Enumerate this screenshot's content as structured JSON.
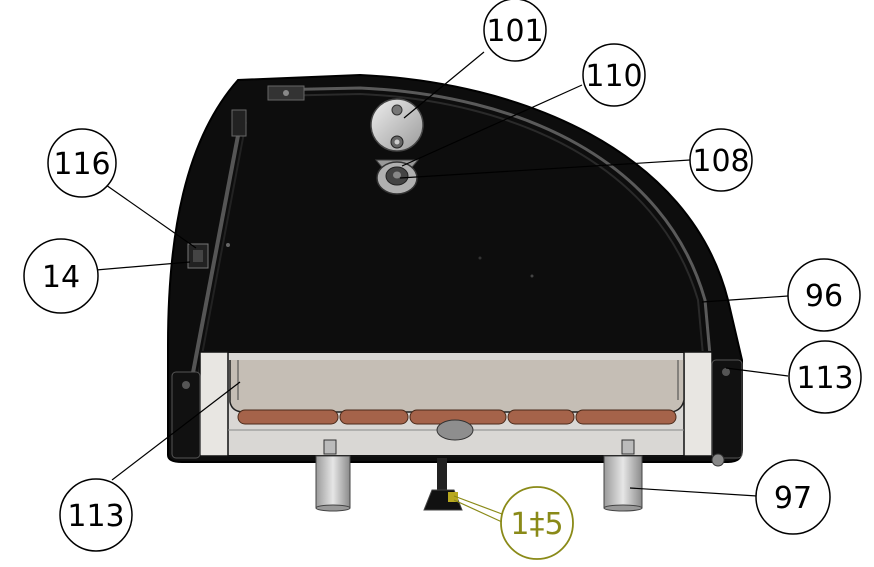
{
  "callouts": {
    "c101": "101",
    "c110": "110",
    "c108": "108",
    "c116": "116",
    "c14": "14",
    "c96": "96",
    "c113_right": "113",
    "c113_left": "113",
    "c97": "97",
    "c115": "1‡5"
  },
  "colors": {
    "callout_default": "#000000",
    "callout_highlight": "#8a8a18",
    "body_dark": "#0d0d0d",
    "tray_fill": "#d9d7d4",
    "roller": "#a5634a"
  }
}
